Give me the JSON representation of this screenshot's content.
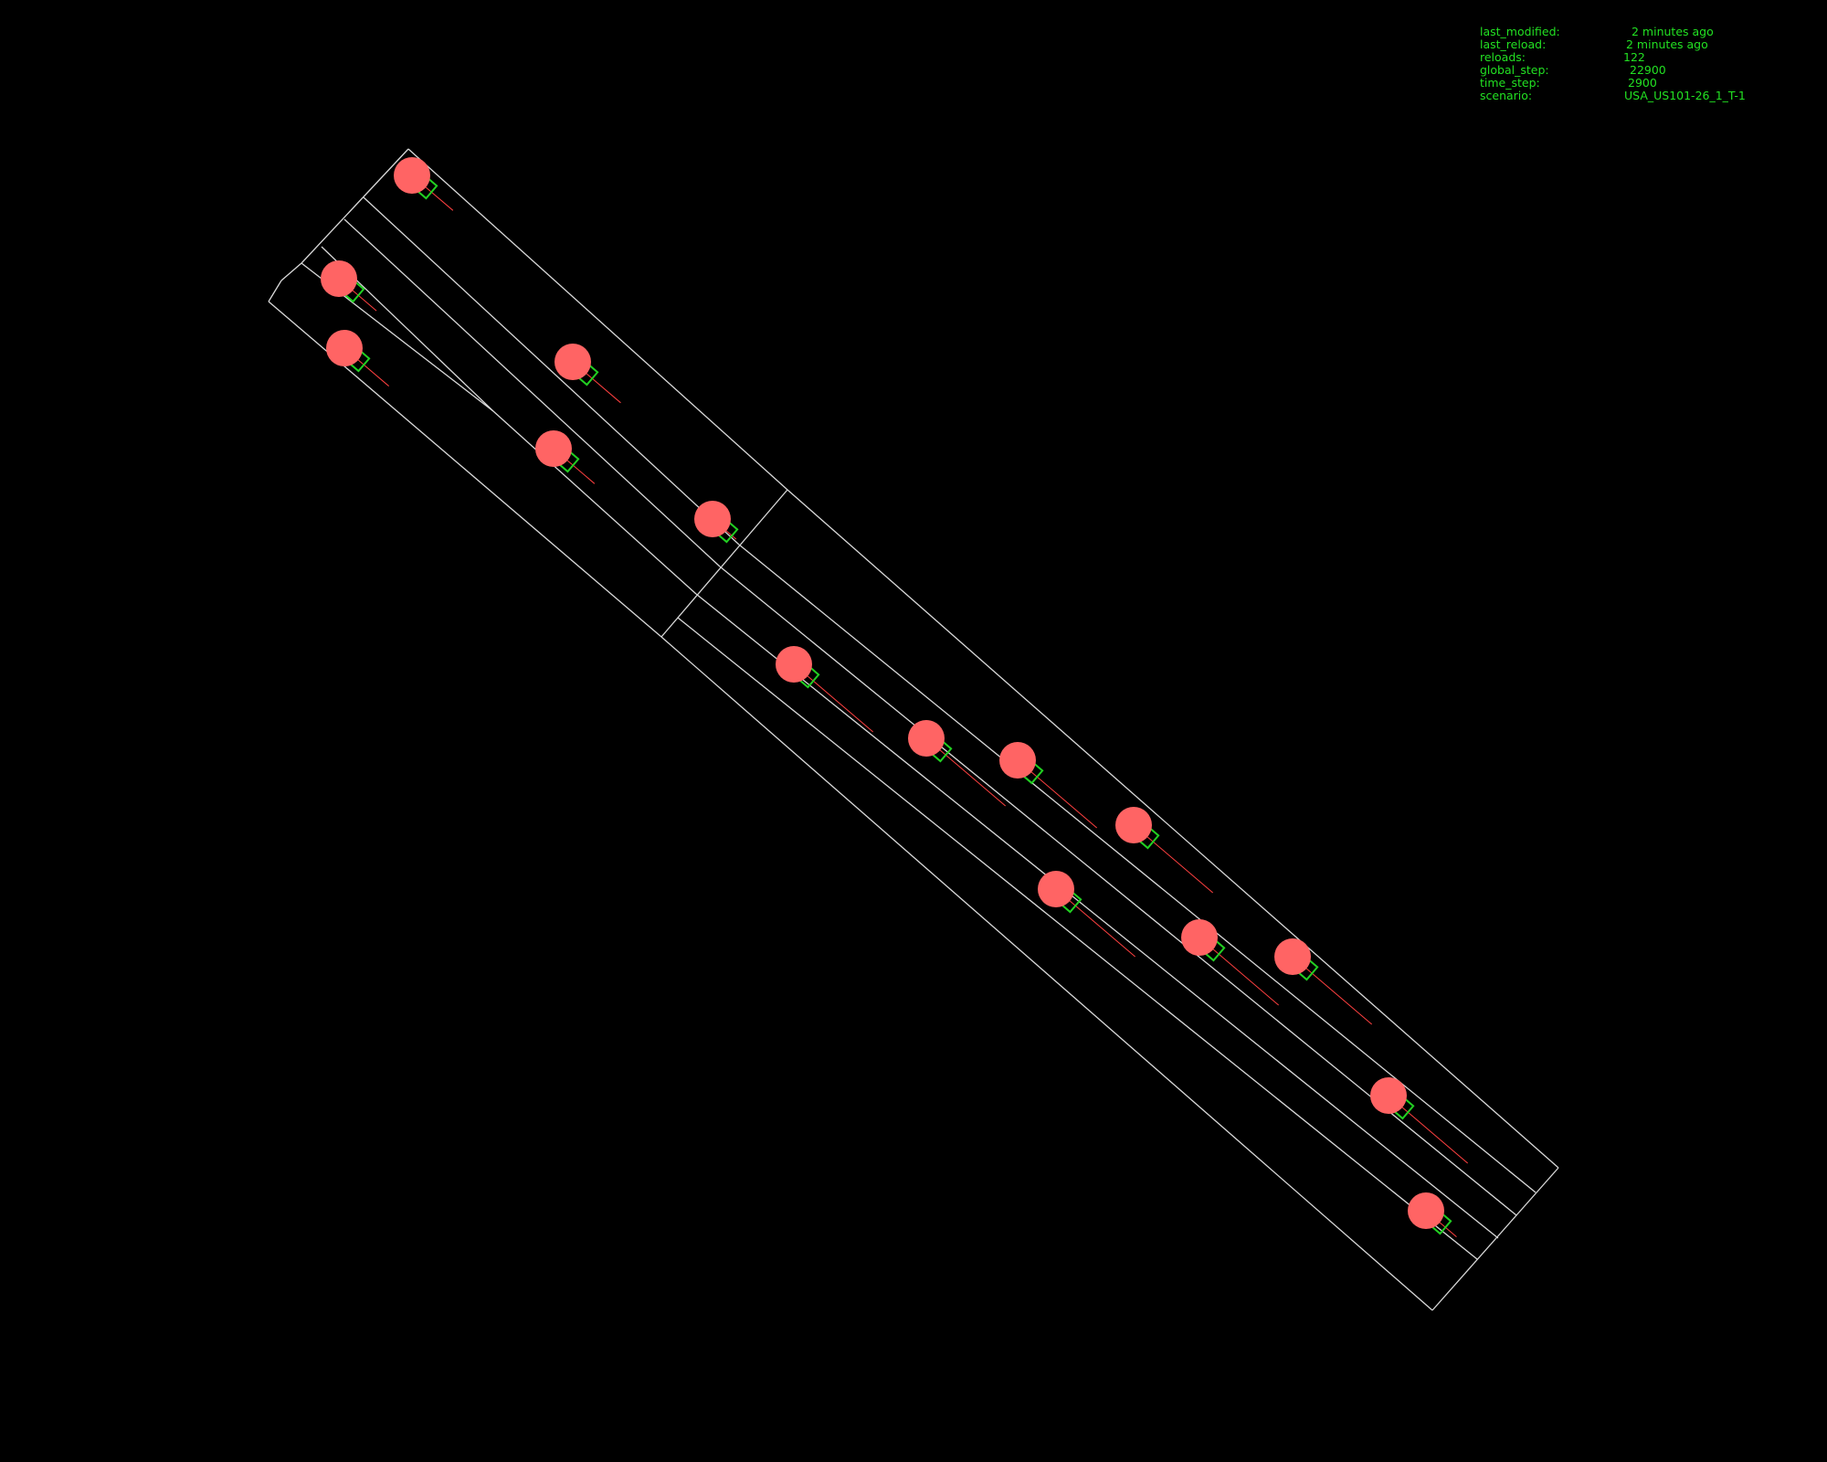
{
  "colors": {
    "background": "#000000",
    "road_edge": "#d9d9d9",
    "vehicle": "#ff6464",
    "vehicle_box": "#22d022",
    "velocity_line": "#ff4040",
    "info_text": "#22e022"
  },
  "info_panel": {
    "rows": [
      {
        "key": "last_modified:",
        "value": "2 minutes ago"
      },
      {
        "key": "last_reload:",
        "value": "2 minutes ago"
      },
      {
        "key": "reloads:",
        "value": "122"
      },
      {
        "key": "global_step:",
        "value": "22900"
      },
      {
        "key": "time_step:",
        "value": "2900"
      },
      {
        "key": "scenario:",
        "value": "USA_US101-26_1_T-1"
      }
    ]
  },
  "scene": {
    "vehicle_count": 15,
    "vehicle_icon": "circle-with-box",
    "road_segments": 2
  }
}
